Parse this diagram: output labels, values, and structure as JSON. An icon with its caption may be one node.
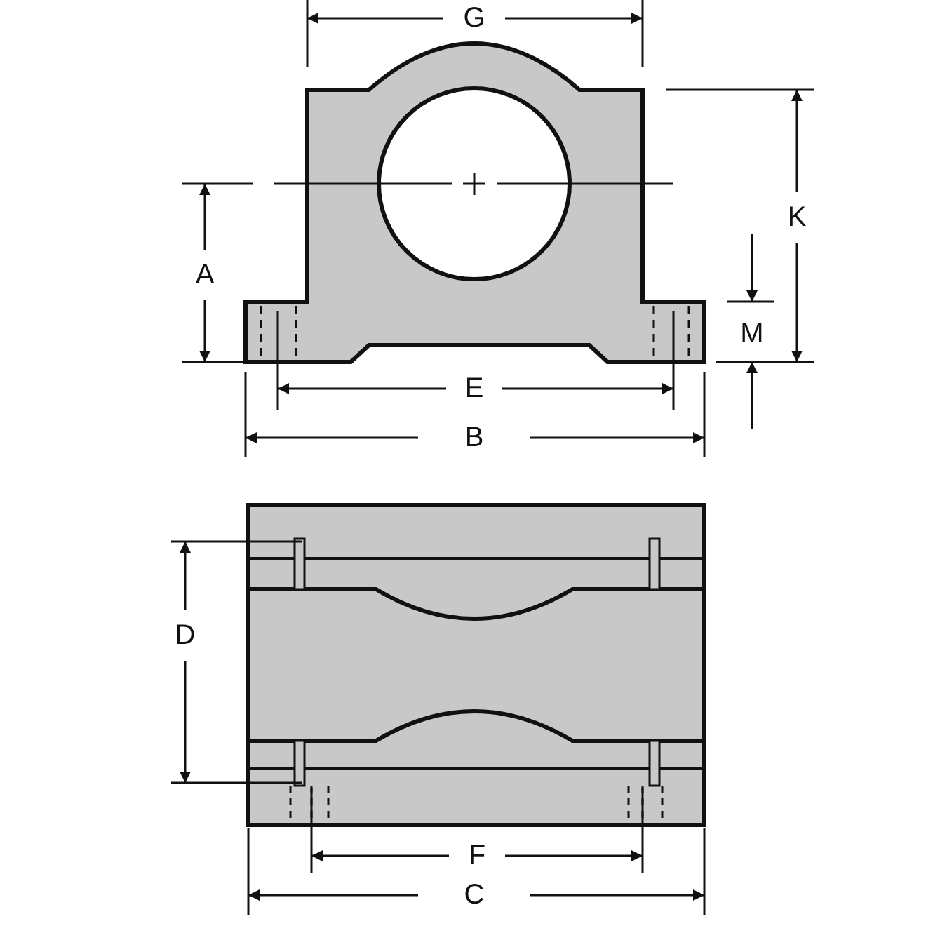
{
  "diagram": {
    "labels": [
      "G",
      "K",
      "A",
      "M",
      "E",
      "B",
      "D",
      "F",
      "C"
    ]
  }
}
